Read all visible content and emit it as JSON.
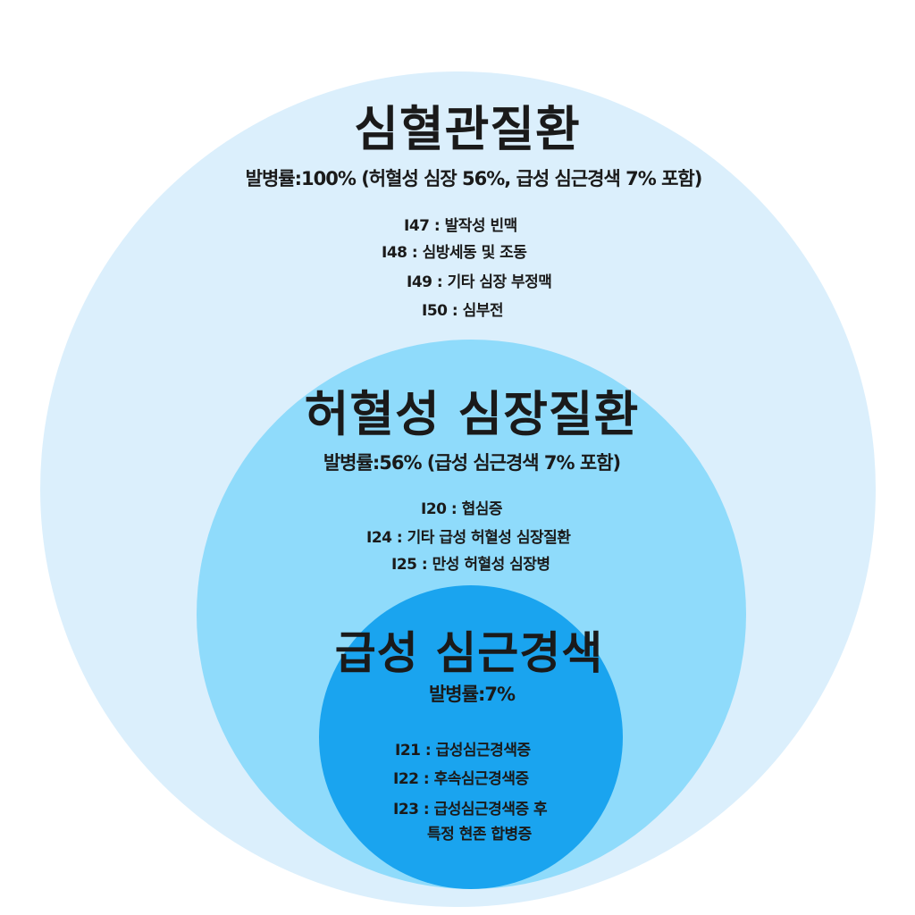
{
  "cardiovascular": {
    "title": "심혈관질환",
    "rate": "발병률:100% (허혈성 심장 56%, 급성 심근경색 7% 포함)",
    "codes": [
      "I47 : 발작성 빈맥",
      "I48 : 심방세동 및 조동",
      "I49 : 기타 심장 부정맥",
      "I50 : 심부전"
    ]
  },
  "ischemic": {
    "title": "허혈성 심장질환",
    "rate": "발병률:56% (급성 심근경색 7% 포함)",
    "codes": [
      "I20 : 협심증",
      "I24 : 기타 급성 허혈성 심장질환",
      "I25 : 만성 허혈성 심장병"
    ]
  },
  "acute": {
    "title": "급성 심근경색",
    "rate": "발병률:7%",
    "codes": [
      "I21 : 급성심근경색증",
      "I22 : 후속심근경색증",
      "I23 : 급성심근경색증 후",
      "특정 현존 합병증"
    ]
  },
  "colors": {
    "outer": "#dbeffc",
    "middle": "#8fdbfb",
    "inner": "#1aa4ef"
  }
}
